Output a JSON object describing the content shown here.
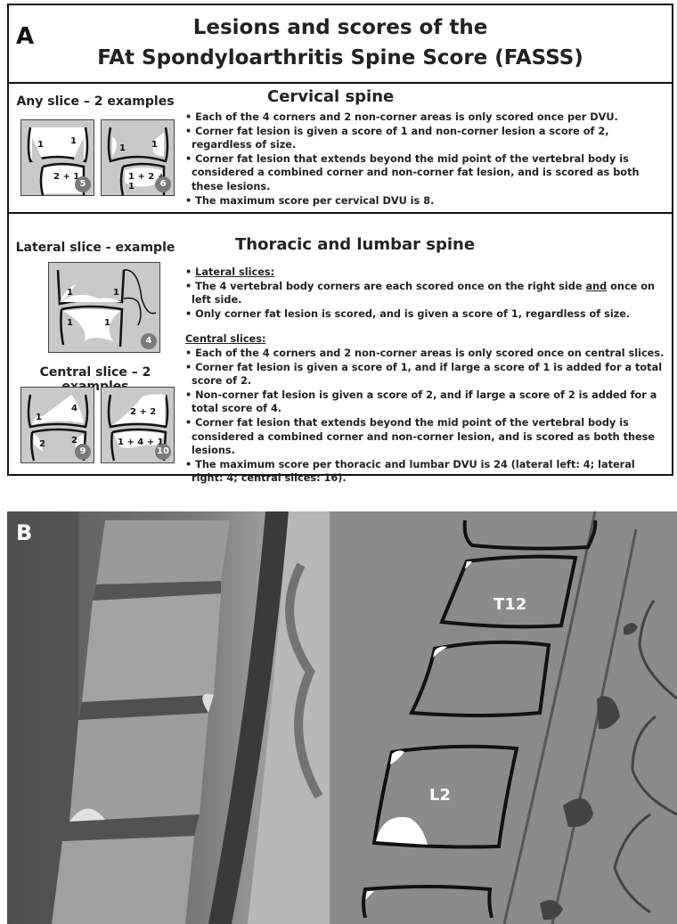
{
  "panel_a": {
    "letter": "A",
    "title_line1": "Lesions and scores of the",
    "title_line2": "FAt Spondyloarthritis Spine Score (FASSS)",
    "cervical": {
      "caption": "Any slice – 2 examples",
      "heading": "Cervical spine",
      "bullets": [
        "• Each of the 4 corners and 2 non-corner areas is only scored once per DVU.",
        "• Corner fat lesion is given a score of 1 and non-corner lesion a score of 2, regardless of size.",
        "• Corner fat lesion that extends beyond the mid point of the vertebral body is considered a combined corner and non-corner fat lesion, and is scored as both these lesions.",
        "• The maximum score per cervical DVU is 8."
      ],
      "examples": [
        {
          "top_left": "1",
          "top_right": "1",
          "bottom": "2 + 1",
          "badge": "5"
        },
        {
          "top_left": "1",
          "top_right": "1",
          "bottom": "1 + 2 + 1",
          "badge": "6"
        }
      ]
    },
    "thoracic": {
      "lateral_caption": "Lateral slice - example",
      "central_caption": "Central slice – 2 examples",
      "heading": "Thoracic and lumbar spine",
      "lateral_title": "Lateral slices:",
      "lateral_bullet1_pre": "• The 4 vertebral body corners are each scored once on the right side ",
      "lateral_bullet1_and": "and",
      "lateral_bullet1_post": " once on left side.",
      "lateral_bullet2": "• Only corner fat lesion is scored, and is given a score of 1, regardless of size.",
      "central_title": "Central slices:",
      "central_bullets": [
        "• Each of the 4 corners and 2 non-corner areas is only scored once on central slices.",
        "• Corner fat lesion is given a score of 1, and if large a score of 1 is added for a total score of 2.",
        "• Non-corner fat lesion is given a score of 2, and if large a score of 2 is added for a total score of 4.",
        "• Corner fat lesion that extends beyond the mid point of the vertebral body is considered a combined corner and non-corner lesion, and is scored as both these lesions.",
        "• The maximum score per thoracic and lumbar DVU is 24 (lateral left: 4; lateral right: 4; central slices: 16)."
      ],
      "lateral_example": {
        "top_left": "1",
        "top_right": "1",
        "bottom_left": "1",
        "bottom_right": "1",
        "badge": "4"
      },
      "central_examples": [
        {
          "top_left": "1",
          "top_right": "4",
          "bottom_left": "2",
          "bottom_right": "2",
          "badge": "9"
        },
        {
          "top": "2 + 2",
          "bottom": "1 + 4 + 1",
          "badge": "10"
        }
      ]
    }
  },
  "panel_b": {
    "letter": "B",
    "vertebra_labels": [
      "T12",
      "L2"
    ]
  },
  "colors": {
    "border": "#111111",
    "thumb_bg": "#c9c9c9",
    "diagram_bg": "#8b8b8b",
    "badge": "#7a7a7a"
  }
}
